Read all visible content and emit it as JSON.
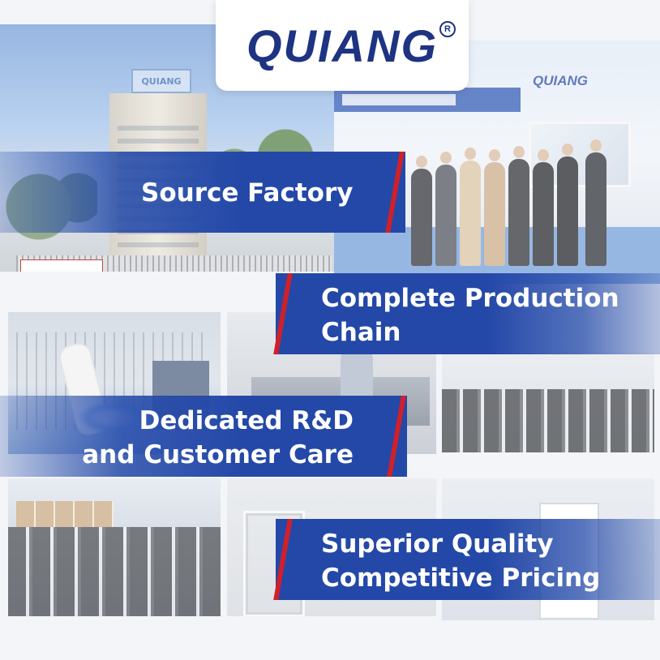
{
  "brand": {
    "logo_text": "QUIANG",
    "registered_mark": "R"
  },
  "colors": {
    "brand_blue": "#2448a8",
    "logo_navy": "#1e3382",
    "accent_red": "#d0202a"
  },
  "photos": [
    {
      "subject": "factory-building"
    },
    {
      "subject": "exhibition-booth-team"
    },
    {
      "subject": "welding-robot"
    },
    {
      "subject": "assembly-workshop"
    },
    {
      "subject": "production-line-rows"
    },
    {
      "subject": "warehouse-products"
    },
    {
      "subject": "steel-frames"
    },
    {
      "subject": "testing-lab"
    }
  ],
  "banners": {
    "source_factory": {
      "lines": [
        "Source Factory"
      ]
    },
    "production_chain": {
      "lines": [
        "Complete Production",
        "Chain"
      ]
    },
    "rnd_care": {
      "lines": [
        "Dedicated R&D",
        "and Customer Care"
      ]
    },
    "quality_pricing": {
      "lines": [
        "Superior Quality",
        "Competitive Pricing"
      ]
    }
  }
}
